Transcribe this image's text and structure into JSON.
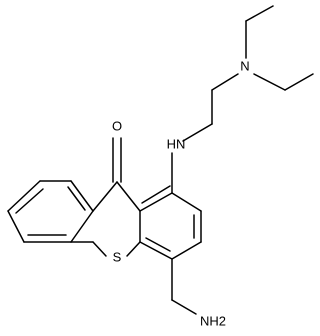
{
  "structure": {
    "atoms": {
      "ketone_oxygen": "O",
      "sulfur": "S",
      "amine_nitrogen": "N",
      "secondary_amine": "HN",
      "primary_amine": "NH2"
    },
    "colors": {
      "bond": "#000000",
      "label": "#000000",
      "background": "#ffffff"
    }
  }
}
